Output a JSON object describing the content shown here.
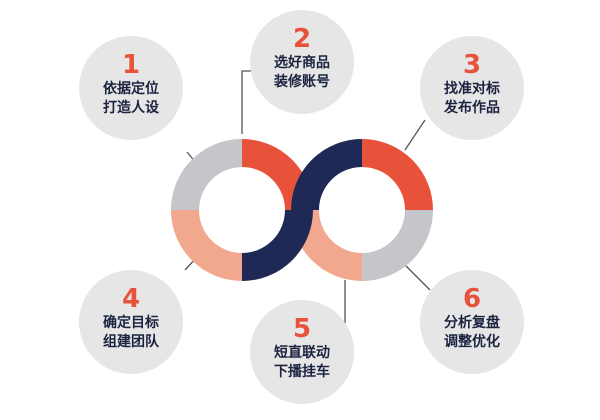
{
  "colors": {
    "accent_orange": "#e8523a",
    "navy": "#1e2a55",
    "peach": "#f1a88f",
    "gray": "#c4c6ca",
    "circle_bg": "#e6e6e6",
    "text_dark": "#1b2340",
    "connector": "#555555"
  },
  "steps": [
    {
      "number": "1",
      "line1": "依据定位",
      "line2": "打造人设"
    },
    {
      "number": "2",
      "line1": "选好商品",
      "line2": "装修账号"
    },
    {
      "number": "3",
      "line1": "找准对标",
      "line2": "发布作品"
    },
    {
      "number": "4",
      "line1": "确定目标",
      "line2": "组建团队"
    },
    {
      "number": "5",
      "line1": "短直联动",
      "line2": "下播挂车"
    },
    {
      "number": "6",
      "line1": "分析复盘",
      "line2": "调整优化"
    }
  ]
}
